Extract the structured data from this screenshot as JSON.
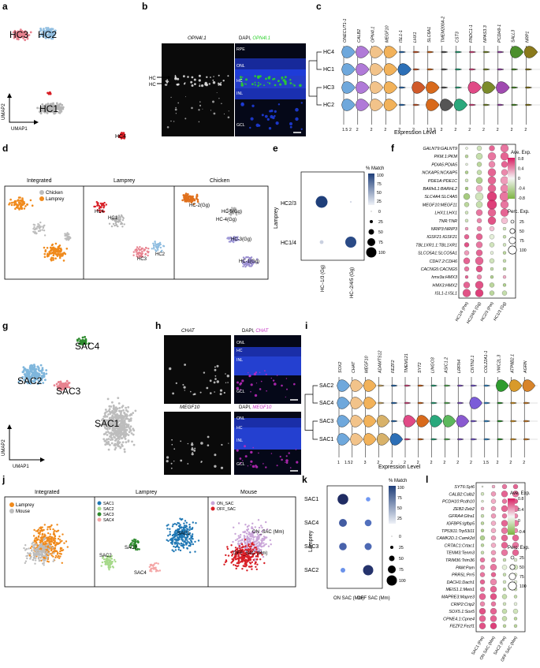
{
  "panels": {
    "a": {
      "letter": "a",
      "clusters": [
        "HC3",
        "HC2",
        "HC1",
        "HC4"
      ],
      "axis_x": "UMAP1",
      "axis_y": "UMAP2"
    },
    "b": {
      "letter": "b",
      "left_title": "OPN4l.1",
      "right_title_dapi": "DAPI, ",
      "right_title_gene": "OPN4l.1",
      "layers": [
        "RPE",
        "ONL",
        "HC",
        "INL",
        "GCL"
      ],
      "arrow_labels": [
        "HC",
        "HC"
      ]
    },
    "c": {
      "letter": "c",
      "genes": [
        "ONECUT1-1",
        "CALB2",
        "OPN4l.1",
        "MEGF10",
        "ISL1-1",
        "LHX1",
        "SLC6A1",
        "TMEM200A-2",
        "CST3",
        "FNDC1-1",
        "NPAS3.3",
        "PCDH9-1",
        "SALL3",
        "NRP1"
      ],
      "rows": [
        "HC4",
        "HC1",
        "HC3",
        "HC2"
      ],
      "ticks": [
        [
          "1.5",
          "2"
        ],
        [
          "2"
        ],
        [
          "2"
        ],
        [
          "2"
        ],
        [
          "2"
        ],
        [
          "2"
        ],
        [
          "1.9",
          "2"
        ],
        [
          "2"
        ],
        [
          "2"
        ],
        [
          "2"
        ],
        [
          "2"
        ],
        [
          "2"
        ],
        [
          "2"
        ],
        [
          "2"
        ]
      ],
      "xlabel": "Expression Level"
    },
    "d": {
      "letter": "d",
      "titles": [
        "Integrated",
        "Lamprey",
        "Chicken"
      ],
      "legend": [
        "Chicken",
        "Lamprey"
      ],
      "lamprey_labels": [
        "HC4",
        "HC1",
        "HC3",
        "HC2"
      ],
      "chicken_labels": [
        "HC-2(Gg)",
        "HC-5(Gg)",
        "HC-4(Gg)",
        "HC-3(Gg)",
        "HC-1(Gg)"
      ]
    },
    "e": {
      "letter": "e",
      "ylabel": "Lamprey",
      "rows": [
        "HC2/3",
        "HC1/4"
      ],
      "cols": [
        "HC−1/3 (Gg)",
        "HC−2/4/5 (Gg)"
      ],
      "legend_title": "% Match",
      "legend_ticks": [
        "100",
        "75",
        "50",
        "25"
      ],
      "size_ticks": [
        "0",
        "25",
        "50",
        "75",
        "100"
      ]
    },
    "f": {
      "letter": "f",
      "genes": [
        "GALNT9:GALNT9",
        "PKM.1:PKM",
        "PDIA5:PDIA5",
        "NCKAP5:NCKAP5",
        "PDE1A:PDE1C",
        "BARHL1:BARHL2",
        "SLC4A4:SLC4A5",
        "MEGF10:MEGF11",
        "LHX1:LHX1",
        "TNR:TNR",
        "NRIP3:NRIP3",
        "IGSF21:IGSF21",
        "TBL1XR1.1:TBL1XR1",
        "SLCO5A1:SLCO5A1",
        "CDH7.2:CDH6",
        "CACNG5:CACNG5",
        "hmx3a:HMX3",
        "HMX3:HMX2",
        "ISL1-1:ISL1"
      ],
      "cols": [
        "HC1/4 (Pm)",
        "HC2/4/5 (Gg)",
        "HC2/3 (Pm)",
        "HC1/3 (Gg)"
      ],
      "legend_title": "Ave. Exp.",
      "legend_ticks": [
        "0.8",
        "0.4",
        "0",
        "-0.4",
        "-0.8"
      ],
      "size_title": "Perc. Exp.",
      "size_ticks": [
        "25",
        "50",
        "75",
        "100"
      ]
    },
    "g": {
      "letter": "g",
      "clusters": [
        "SAC4",
        "SAC2",
        "SAC3",
        "SAC1"
      ],
      "axis_x": "UMAP1",
      "axis_y": "UMAP2"
    },
    "h": {
      "letter": "h",
      "top_left": "CHAT",
      "top_right_dapi": "DAPI, ",
      "top_right_gene": "CHAT",
      "bottom_left": "MEGF10",
      "bottom_right_dapi": "DAPI, ",
      "bottom_right_gene": "MEGF10",
      "layers": [
        "ONL",
        "HC",
        "INL",
        "GCL"
      ]
    },
    "i": {
      "letter": "i",
      "genes": [
        "SOX2",
        "CHAT",
        "MEGF10",
        "ADAMTS12",
        "FEZF2",
        "TMEM121",
        "SYT2",
        "LINGO3",
        "ASIC1.2",
        "LRFN4",
        "CNTN2.1",
        "COL22A1-1",
        "VWC2L.3",
        "ATP8B2.1",
        "AGRN"
      ],
      "rows": [
        "SAC2",
        "SAC4",
        "SAC3",
        "SAC1"
      ],
      "ticks": [
        [
          "1",
          "1.5"
        ],
        [
          "2"
        ],
        [
          "3"
        ],
        [
          "2"
        ],
        [
          "2"
        ],
        [
          "2"
        ],
        [
          "2"
        ],
        [
          "2"
        ],
        [
          "2"
        ],
        [
          "2"
        ],
        [
          "2"
        ],
        [
          "1.5"
        ],
        [
          "2"
        ],
        [
          "2"
        ],
        [
          "2"
        ]
      ],
      "xlabel": "Expression Level"
    },
    "j": {
      "letter": "j",
      "titles": [
        "Integrated",
        "Lamprey",
        "Mouse"
      ],
      "legend_int": [
        "Lamprey",
        "Mouse"
      ],
      "legend_lam": [
        "SAC1",
        "SAC2",
        "SAC3",
        "SAC4"
      ],
      "legend_mouse": [
        "ON_SAC",
        "OFF_SAC"
      ],
      "lamprey_labels": [
        "SAC1",
        "SAC3",
        "SAC2",
        "SAC4"
      ],
      "mouse_labels": [
        "ON_SAC (Mm)",
        "OFF_SAC (Mm)"
      ]
    },
    "k": {
      "letter": "k",
      "ylabel": "Lamprey",
      "rows": [
        "SAC1",
        "SAC4",
        "SAC3",
        "SAC2"
      ],
      "cols": [
        "ON SAC (Mm)",
        "OFF SAC (Mm)"
      ],
      "legend_title": "% Match",
      "legend_ticks": [
        "100",
        "75",
        "50",
        "25"
      ],
      "size_ticks": [
        "0",
        "25",
        "50",
        "75",
        "100"
      ]
    },
    "l": {
      "letter": "l",
      "genes": [
        "SYT6:Syt6",
        "CALB2:Calb2",
        "PCDH10:Pcdh10",
        "ZEB2:Zeb2",
        "GFRA4:Gfra1",
        "IGFBP5:Igfbp5",
        "TP53I11:Trp53i11",
        "CAMK2D.1:Camk2d",
        "CRTAC1:Crtac1",
        "TENM3:Tenm3",
        "TRIM36:Trim36",
        "PAM:Pam",
        "PRR5L:Prr5",
        "DACH1:Dach1",
        "MEIS1.1:Meis1",
        "MAPRE3:Mapre3",
        "CRIP2:Crip2",
        "SOX5.1:Sox5",
        "CPNE4.1:Cpne4",
        "FEZF2:Fezf1"
      ],
      "cols": [
        "SAC1 (Pm)",
        "ON SAC (Mm)",
        "SAC2 (Pm)",
        "OFF SAC (Mm)"
      ],
      "legend_title": "Ave. Exp.",
      "legend_ticks": [
        "0.8",
        "0.4",
        "0",
        "-0.4"
      ],
      "size_title": "Perc. Exp.",
      "size_ticks": [
        "25",
        "50",
        "75",
        "100"
      ]
    }
  },
  "colors": {
    "hc3": "#e8828f",
    "hc2": "#8fbde0",
    "hc1": "#b5b5b5",
    "hc4": "#d81f26",
    "sac4": "#2e8b2e",
    "sac2": "#7fb6dc",
    "sac3": "#e8828f",
    "sac1": "#bdbdbd",
    "chicken": "#bdbdbd",
    "lamprey": "#f08a1c",
    "dapi": "#1e3cd8",
    "green": "#2bd12b",
    "magenta": "#c12ac1",
    "navy": "#1f3f7a"
  }
}
